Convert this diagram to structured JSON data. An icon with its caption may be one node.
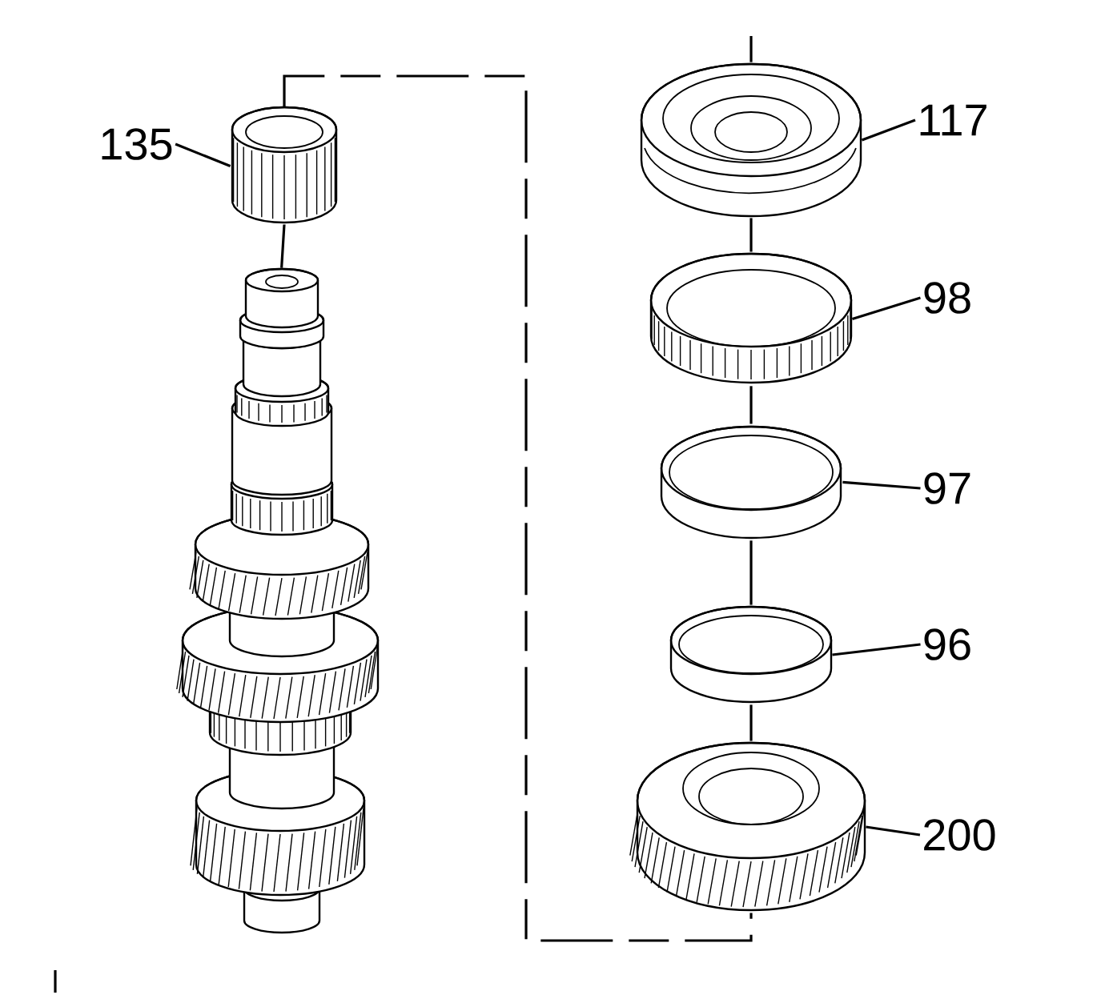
{
  "diagram": {
    "nodes": [
      {
        "text": [
          "135"
        ]
      },
      {
        "text": [],
        "shape": "picture"
      },
      {
        "text": [],
        "shape": "picture"
      },
      {
        "text": [
          "117"
        ]
      },
      {
        "text": [],
        "shape": "picture"
      },
      {
        "text": [
          "98"
        ]
      },
      {
        "text": [],
        "shape": "picture"
      },
      {
        "text": [
          "97"
        ]
      },
      {
        "text": [],
        "shape": "picture"
      },
      {
        "text": [
          "96"
        ]
      },
      {
        "text": [],
        "shape": "picture"
      },
      {
        "text": [
          "200"
        ]
      },
      {
        "text": [],
        "shape": "picture"
      }
    ],
    "edges": [
      {
        "from": 0,
        "to": 1,
        "arrow": "none"
      },
      {
        "from": 3,
        "to": 4,
        "arrow": "none"
      },
      {
        "from": 5,
        "to": 6,
        "arrow": "none"
      },
      {
        "from": 7,
        "to": 8,
        "arrow": "none"
      },
      {
        "from": 9,
        "to": 10,
        "arrow": "none"
      },
      {
        "from": 11,
        "to": 12,
        "arrow": "none"
      },
      {
        "from": 1,
        "to": 2,
        "arrow": "none"
      },
      {
        "from": 1,
        "to": 12,
        "arrow": "none",
        "style": "dashed"
      },
      {
        "from": null,
        "to": 4,
        "arrow": "none"
      },
      {
        "from": 4,
        "to": 6,
        "arrow": "none"
      },
      {
        "from": 6,
        "to": 8,
        "arrow": "none"
      },
      {
        "from": 8,
        "to": 10,
        "arrow": "none"
      },
      {
        "from": 10,
        "to": 12,
        "arrow": "none"
      }
    ]
  }
}
